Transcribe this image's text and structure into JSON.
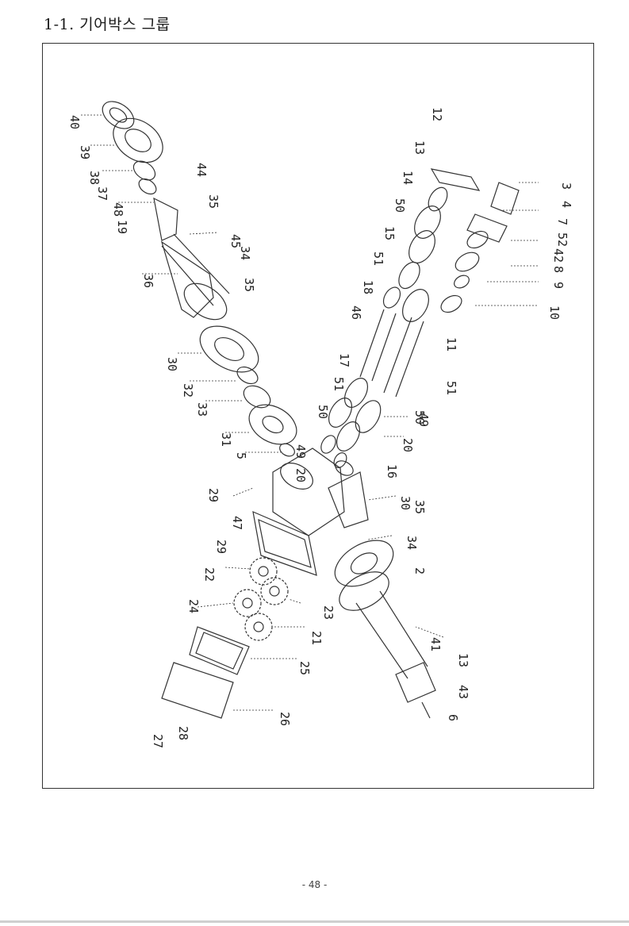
{
  "header": {
    "title": "1-1. 기어박스 그룹"
  },
  "footer": {
    "page_number": "- 48 -"
  },
  "diagram": {
    "callouts": [
      "40",
      "39",
      "38",
      "37",
      "48",
      "19",
      "44",
      "35",
      "45",
      "34",
      "35",
      "36",
      "30",
      "32",
      "33",
      "31",
      "5",
      "49",
      "20",
      "29",
      "47",
      "29",
      "22",
      "24",
      "23",
      "21",
      "25",
      "26",
      "27",
      "28",
      "12",
      "13",
      "14",
      "50",
      "15",
      "51",
      "18",
      "46",
      "17",
      "51",
      "50",
      "49",
      "20",
      "16",
      "30",
      "35",
      "34",
      "2",
      "41",
      "13",
      "43",
      "6",
      "3",
      "4",
      "7",
      "52",
      "42",
      "8",
      "9",
      "10",
      "11",
      "51",
      "50"
    ]
  }
}
